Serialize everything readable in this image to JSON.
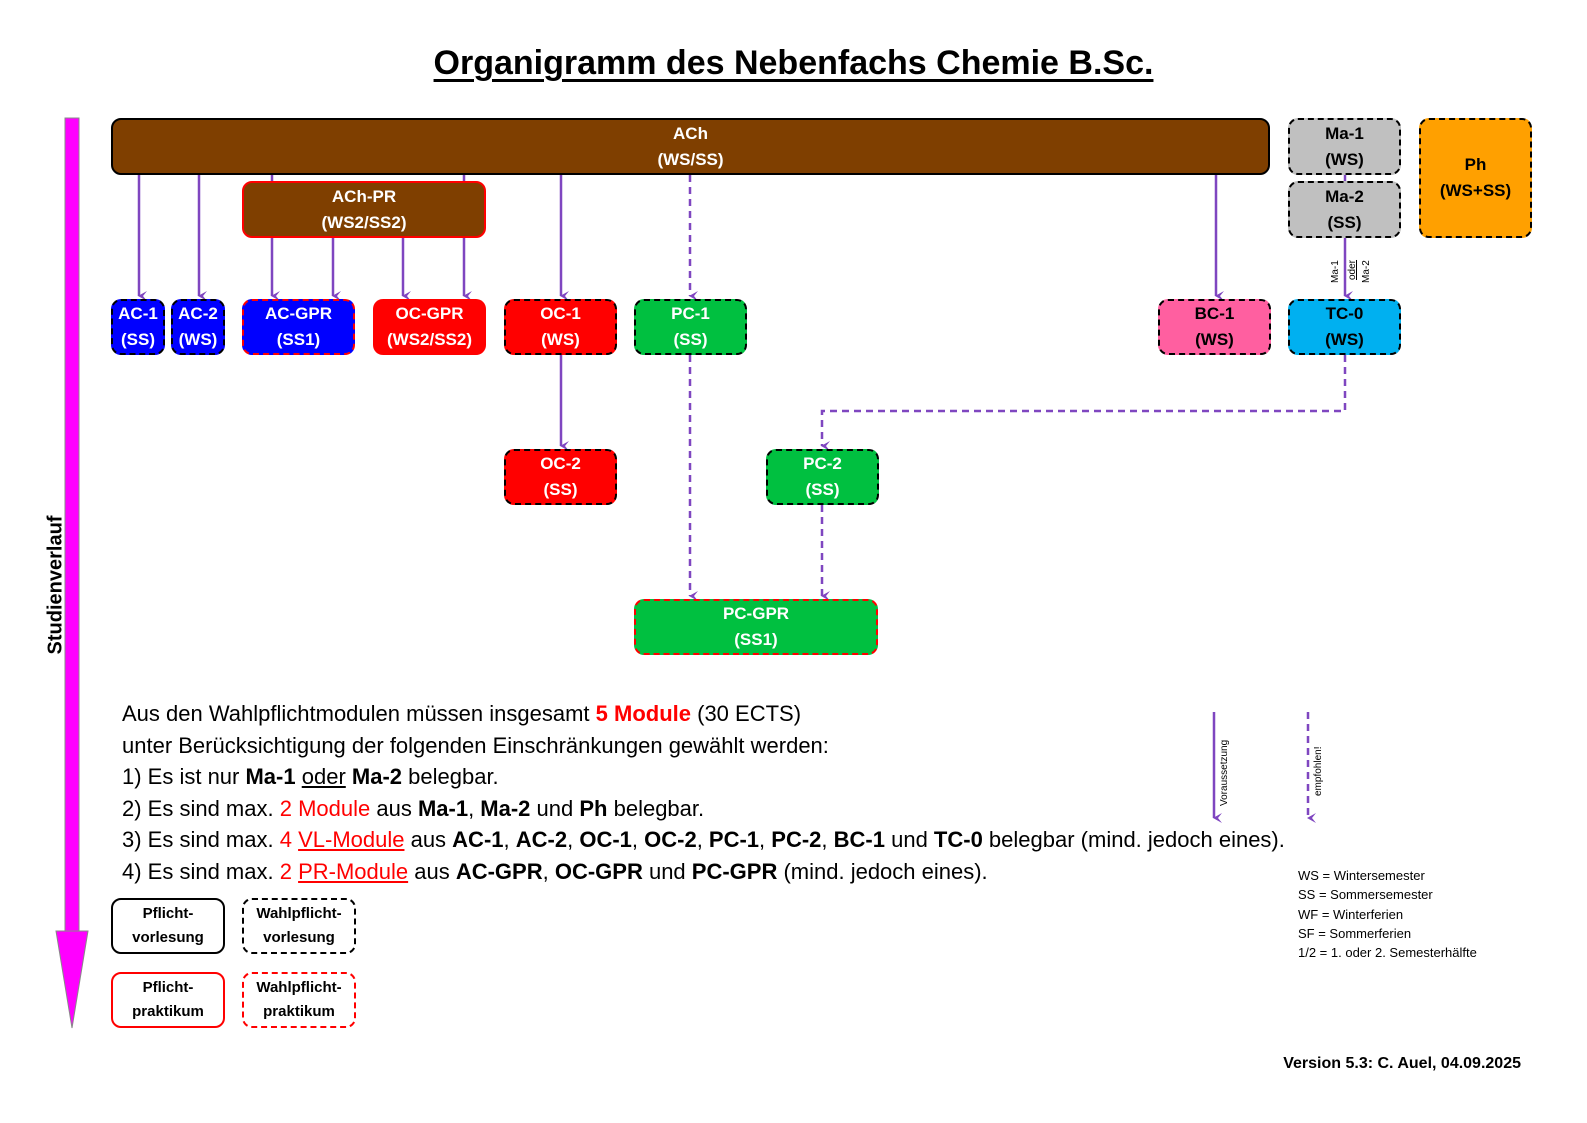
{
  "title": "Organigramm des Nebenfachs Chemie B.Sc.",
  "side_label": "Studienverlauf",
  "colors": {
    "arrow": "#7f46c0",
    "timeline": "#ff00ff",
    "ach": "#7f3f00",
    "ac": "#0000ff",
    "oc": "#ff0000",
    "pc": "#00c040",
    "bc": "#ff5fa0",
    "tc": "#00b0f0",
    "ma": "#c0c0c0",
    "ph": "#ffa000"
  },
  "modules": {
    "ach": {
      "name": "ACh",
      "term": "(WS/SS)"
    },
    "ach_pr": {
      "name": "ACh-PR",
      "term": "(WS2/SS2)"
    },
    "ac1": {
      "name": "AC-1",
      "term": "(SS)"
    },
    "ac2": {
      "name": "AC-2",
      "term": "(WS)"
    },
    "ac_gpr": {
      "name": "AC-GPR",
      "term": "(SS1)"
    },
    "oc_gpr": {
      "name": "OC-GPR",
      "term": "(WS2/SS2)"
    },
    "oc1": {
      "name": "OC-1",
      "term": "(WS)"
    },
    "oc2": {
      "name": "OC-2",
      "term": "(SS)"
    },
    "pc1": {
      "name": "PC-1",
      "term": "(SS)"
    },
    "pc2": {
      "name": "PC-2",
      "term": "(SS)"
    },
    "pc_gpr": {
      "name": "PC-GPR",
      "term": "(SS1)"
    },
    "bc1": {
      "name": "BC-1",
      "term": "(WS)"
    },
    "tc0": {
      "name": "TC-0",
      "term": "(WS)"
    },
    "ma1": {
      "name": "Ma-1",
      "term": "(WS)"
    },
    "ma2": {
      "name": "Ma-2",
      "term": "(SS)"
    },
    "ph": {
      "name": "Ph",
      "term": "(WS+SS)"
    }
  },
  "ma_choice_label": {
    "a": "Ma-1",
    "or": "oder",
    "b": "Ma-2"
  },
  "rules": {
    "intro1_a": "Aus den Wahlpflichtmodulen müssen insgesamt ",
    "intro1_b": "5 Module",
    "intro1_c": " (30 ECTS)",
    "intro2": "unter Berücksichtigung der folgenden Einschränkungen gewählt werden:",
    "r1": {
      "pre": "1) Es ist nur ",
      "m1": "Ma-1",
      "or": "oder",
      "m2": "Ma-2",
      "post": " belegbar."
    },
    "r2": {
      "pre": "2) Es sind max. ",
      "count": "2 Module",
      "mid": " aus ",
      "m1": "Ma-1",
      "m2": "Ma-2",
      "und": " und ",
      "m3": "Ph",
      "post": " belegbar."
    },
    "r3": {
      "pre": "3) Es sind max. ",
      "num": "4 ",
      "type": "VL-Module",
      "mid": " aus ",
      "list": [
        "AC-1",
        "AC-2",
        "OC-1",
        "OC-2",
        "PC-1",
        "PC-2",
        "BC-1"
      ],
      "und": " und ",
      "last": "TC-0",
      "post": " belegbar (mind. jedoch eines)."
    },
    "r4": {
      "pre": "4) Es sind max. ",
      "num": "2 ",
      "type": "PR-Module",
      "mid": " aus ",
      "list": [
        "AC-GPR",
        "OC-GPR"
      ],
      "und": " und ",
      "last": "PC-GPR",
      "post": " (mind. jedoch eines)."
    }
  },
  "arrow_legend": {
    "solid": "Voraussetzung",
    "dashed": "empfohlen!"
  },
  "box_legend": {
    "pflicht_vl": [
      "Pflicht-",
      "vorlesung"
    ],
    "wahl_vl": [
      "Wahlpflicht-",
      "vorlesung"
    ],
    "pflicht_pr": [
      "Pflicht-",
      "praktikum"
    ],
    "wahl_pr": [
      "Wahlpflicht-",
      "praktikum"
    ]
  },
  "abbreviations": [
    "WS = Wintersemester",
    "SS = Sommersemester",
    "WF = Winterferien",
    "SF = Sommerferien",
    "1/2 = 1. oder 2. Semesterhälfte"
  ],
  "version": "Version 5.3: C. Auel, 04.09.2025"
}
